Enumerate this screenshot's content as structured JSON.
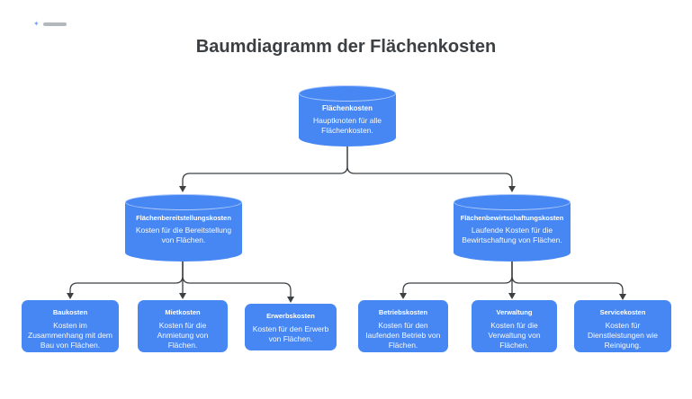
{
  "slide": {
    "title": "Baumdiagramm der Flächenkosten"
  },
  "watermark": {
    "icon": "sparkle-logo-icon",
    "icon_glyph": "✦"
  },
  "colors": {
    "node_fill": "#4787f4",
    "node_text": "#ffffff",
    "connector": "#3c4043",
    "slide_title_text": "#3c4043",
    "background": "#ffffff"
  },
  "tree": {
    "root": {
      "title": "Flächenkosten",
      "description": "Hauptknoten für alle Flächenkosten.",
      "shape": "cylinder"
    },
    "branches": [
      {
        "title": "Flächenbereitstellungskosten",
        "description": "Kosten für die Bereitstellung von Flächen.",
        "shape": "cylinder",
        "children": [
          {
            "title": "Baukosten",
            "description": "Kosten im Zusammenhang mit dem Bau von Flächen.",
            "shape": "rounded-rect"
          },
          {
            "title": "Mietkosten",
            "description": "Kosten für die Anmietung von Flächen.",
            "shape": "rounded-rect"
          },
          {
            "title": "Erwerbskosten",
            "description": "Kosten für den Erwerb von Flächen.",
            "shape": "rounded-rect"
          }
        ]
      },
      {
        "title": "Flächenbewirtschaftungskosten",
        "description": "Laufende Kosten für die Bewirtschaftung von Flächen.",
        "shape": "cylinder",
        "children": [
          {
            "title": "Betriebskosten",
            "description": "Kosten für den laufenden Betrieb von Flächen.",
            "shape": "rounded-rect"
          },
          {
            "title": "Verwaltung",
            "description": "Kosten für die Verwaltung von Flächen.",
            "shape": "rounded-rect"
          },
          {
            "title": "Servicekosten",
            "description": "Kosten für Dienstleistungen wie Reinigung.",
            "shape": "rounded-rect"
          }
        ]
      }
    ]
  }
}
